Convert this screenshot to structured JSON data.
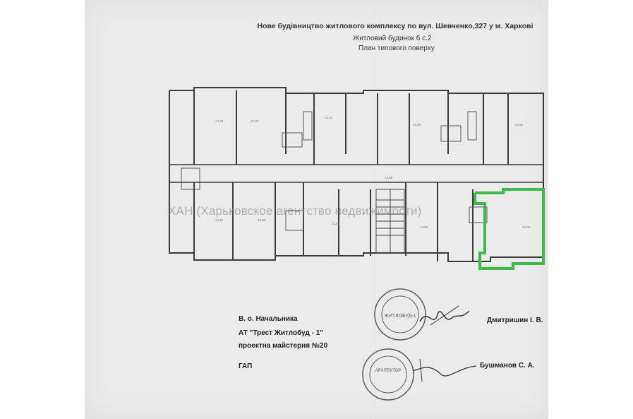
{
  "document": {
    "title": "Нове будівництво житлового комплексу по вул. Шевченко,327 у м. Харкові",
    "subtitle": "Житловий будинок 6 с.2",
    "plan_title": "План типового поверху",
    "watermark": "ХАН (Харьковское агентство недвижимости)"
  },
  "signatures": {
    "position_1": "В. о. Начальника",
    "org": "АТ \"Трест Житлобуд - 1\"",
    "workshop": "проектна майстерня №20",
    "gap": "ГАП",
    "name_1": "Дмитришин І. В.",
    "name_2": "Бушманов С. А."
  },
  "stamps": {
    "stamp_1": "ЖИТЛОБУД-1",
    "stamp_2": "АРХІТЕКТОР"
  },
  "colors": {
    "highlight": "#3fb84a",
    "stamp_ink": "#5a5a5a",
    "paper": "#ebebeb"
  }
}
